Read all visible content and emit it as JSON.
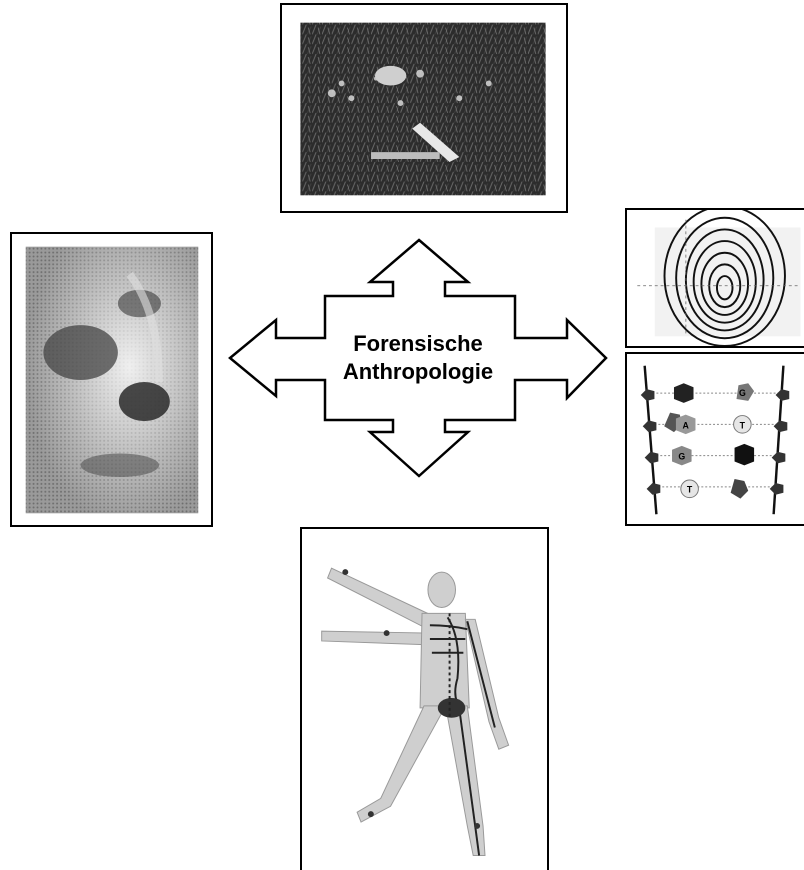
{
  "center": {
    "line1": "Forensische",
    "line2": "Anthropologie"
  },
  "dna": {
    "bases": [
      "G",
      "A",
      "T",
      "G",
      "T"
    ]
  }
}
